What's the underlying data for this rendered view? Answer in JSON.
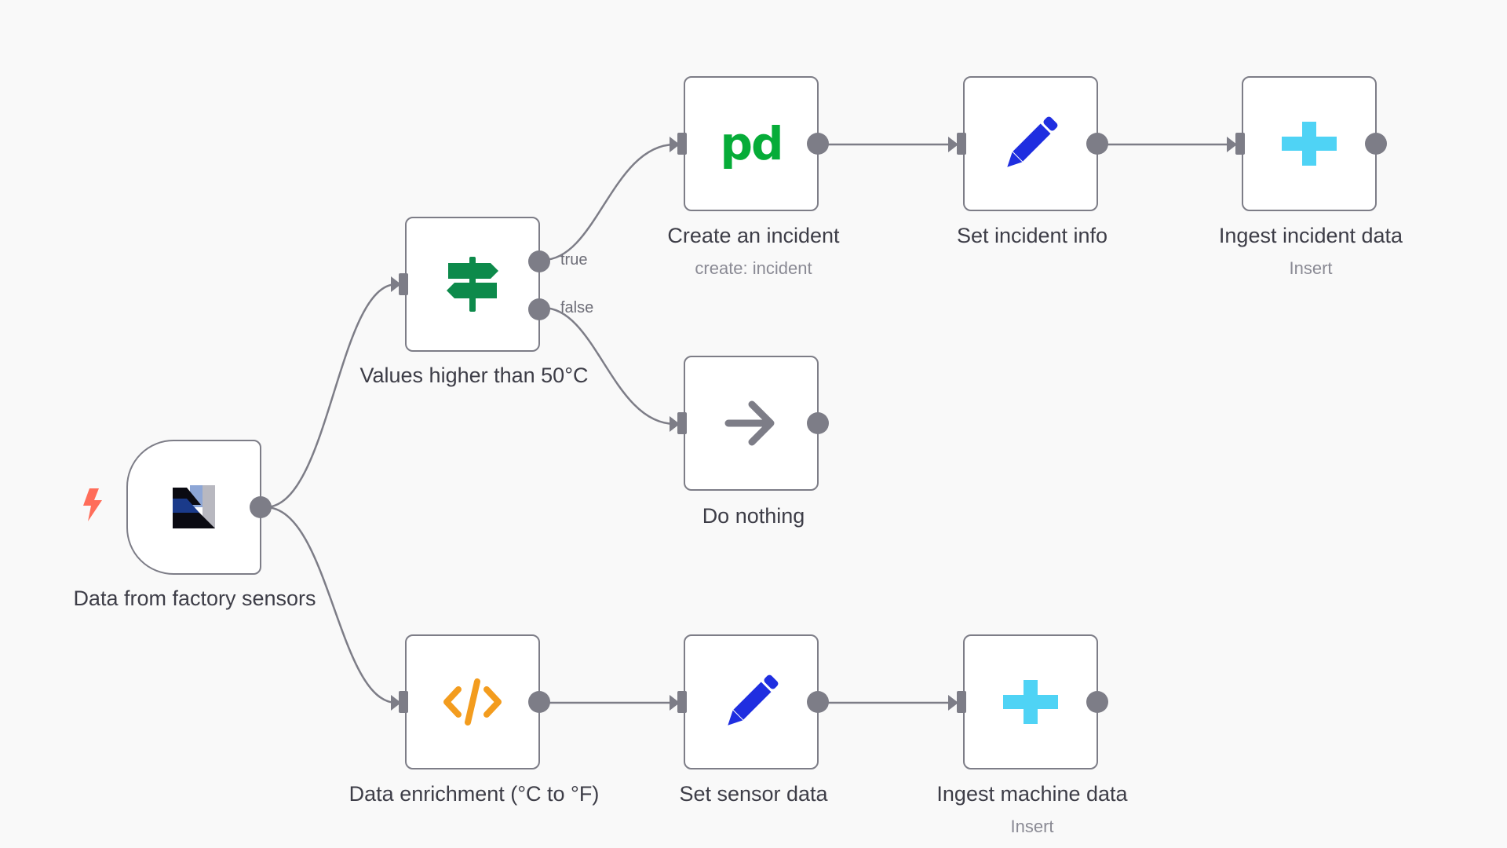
{
  "nodes": {
    "factory_sensors": {
      "label": "Data from factory sensors",
      "icon": "data-grid-icon"
    },
    "values_higher": {
      "label": "Values higher than 50°C",
      "icon": "signpost-icon",
      "branches": {
        "true": "true",
        "false": "false"
      }
    },
    "create_incident": {
      "label": "Create an incident",
      "sublabel": "create: incident",
      "icon": "pagerduty-icon",
      "icon_text": "pd"
    },
    "set_incident_info": {
      "label": "Set incident info",
      "icon": "pencil-icon"
    },
    "ingest_incident": {
      "label": "Ingest incident data",
      "sublabel": "Insert",
      "icon": "plus-icon"
    },
    "do_nothing": {
      "label": "Do nothing",
      "icon": "arrow-right-icon"
    },
    "data_enrichment": {
      "label": "Data enrichment (°C to °F)",
      "icon": "code-icon"
    },
    "set_sensor_data": {
      "label": "Set sensor data",
      "icon": "pencil-icon"
    },
    "ingest_machine": {
      "label": "Ingest machine data",
      "sublabel": "Insert",
      "icon": "plus-icon"
    }
  },
  "colors": {
    "connector": "#7d7d87",
    "trigger_bolt": "#ff6d5a",
    "pagerduty_green": "#06ac38",
    "if_green": "#0d8a4b",
    "pencil_blue": "#1f2ee0",
    "plus_cyan": "#4fd3f5",
    "code_orange": "#f39c1e"
  }
}
